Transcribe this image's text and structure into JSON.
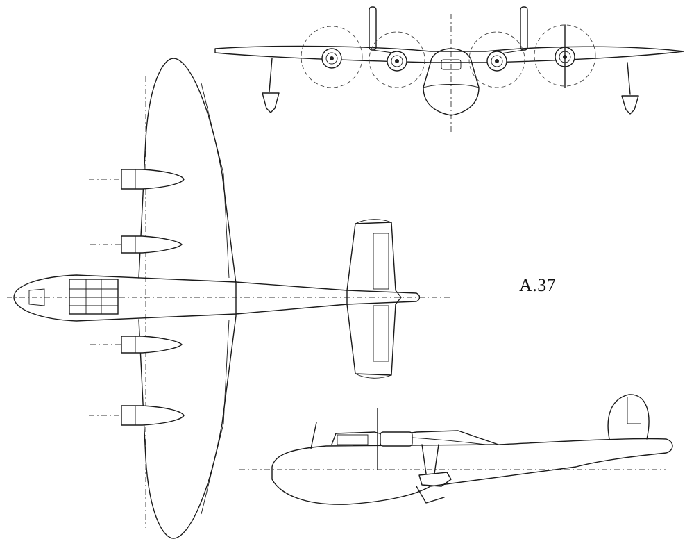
{
  "drawing": {
    "designation": "A.37"
  },
  "views": [
    {
      "name": "front-view"
    },
    {
      "name": "plan-view"
    },
    {
      "name": "side-view"
    }
  ]
}
